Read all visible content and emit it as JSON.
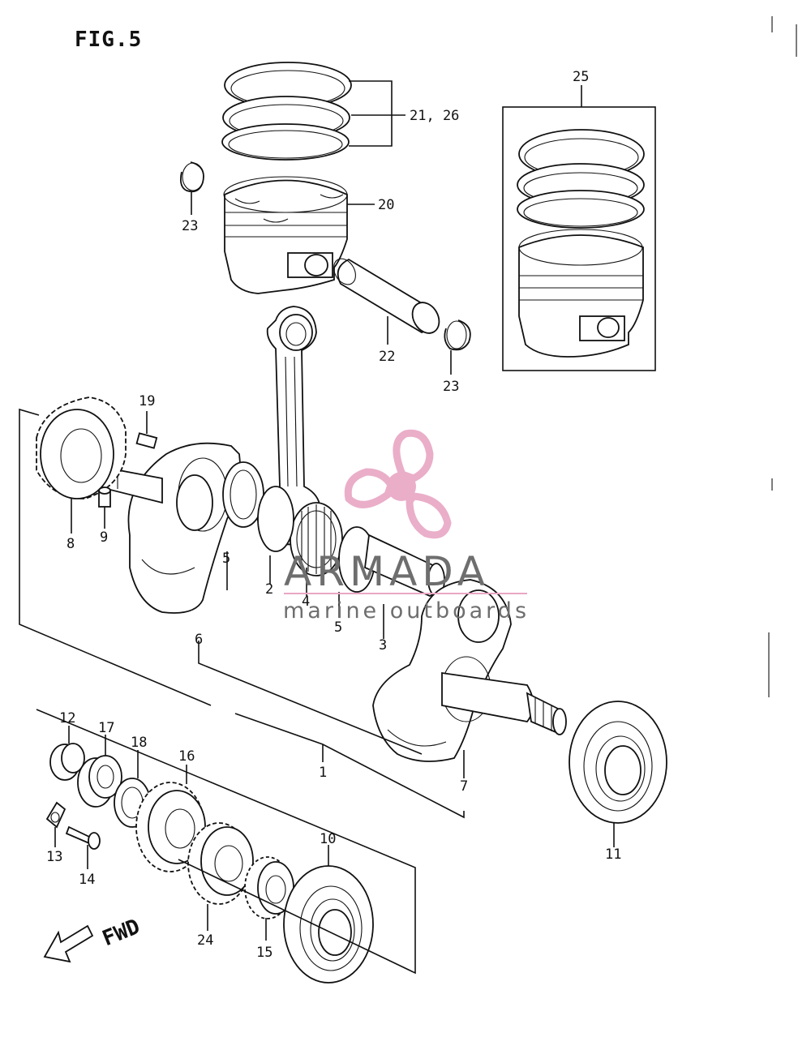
{
  "figure": {
    "title": "FIG.5",
    "direction_label": "FWD"
  },
  "watermark": {
    "brand": "ARMADA",
    "tagline": "marine outboards",
    "logo_color": "#e8a6c4",
    "text_color": "#6e6e6e"
  },
  "callouts": {
    "p1": "1",
    "p2": "2",
    "p3": "3",
    "p4": "4",
    "p5a": "5",
    "p5b": "5",
    "p6": "6",
    "p7": "7",
    "p8": "8",
    "p9": "9",
    "p10": "10",
    "p11": "11",
    "p12": "12",
    "p13": "13",
    "p14": "14",
    "p15": "15",
    "p16": "16",
    "p17": "17",
    "p18": "18",
    "p19": "19",
    "p20": "20",
    "p21": "21, 26",
    "p22": "22",
    "p23a": "23",
    "p23b": "23",
    "p24": "24",
    "p25": "25"
  }
}
